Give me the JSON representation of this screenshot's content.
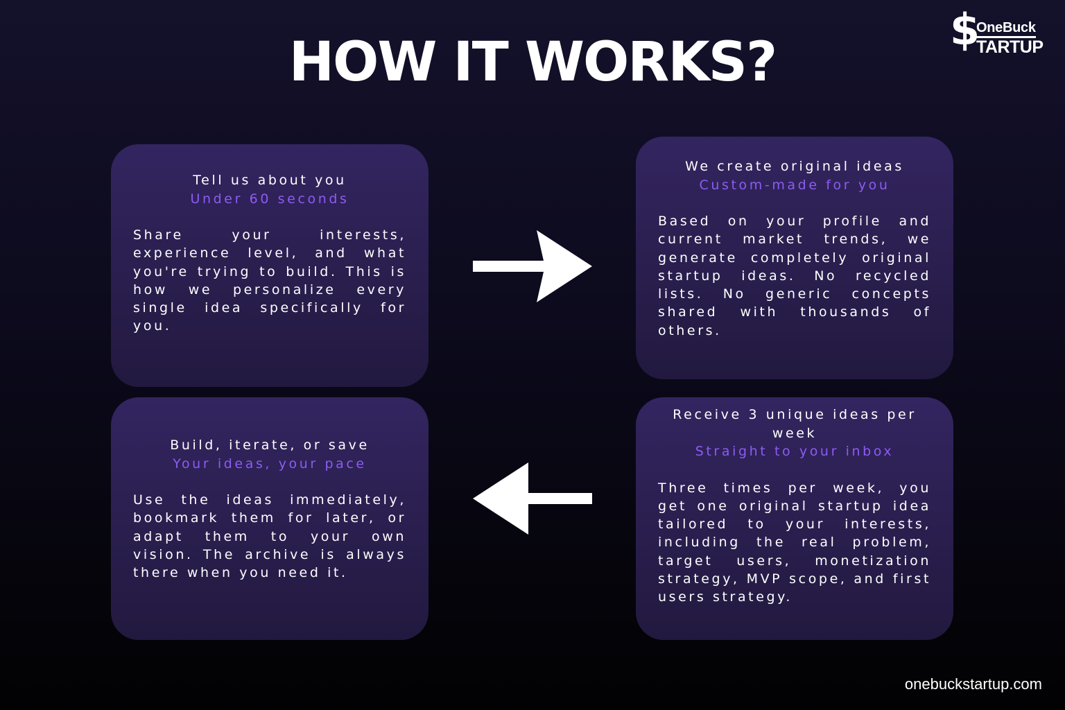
{
  "page": {
    "title": "HOW IT WORKS?",
    "footer_url": "onebuckstartup.com"
  },
  "logo": {
    "symbol": "$",
    "line1": "OneBuck",
    "line2": "TARTUP"
  },
  "colors": {
    "background_top": "#14112b",
    "background_bottom": "#020203",
    "card_top": "#332560",
    "card_bottom": "#22193f",
    "accent": "#8c5cf2",
    "text": "#ffffff"
  },
  "icons": {
    "forward": "arrow-right-icon",
    "back": "arrow-left-icon"
  },
  "steps": [
    {
      "heading": "Tell us about you",
      "subheading": "Under 60 seconds",
      "body": "Share your interests, experience level, and what you're trying to build. This is how we personalize every single idea specifically for you."
    },
    {
      "heading": "We create original ideas",
      "subheading": "Custom-made for you",
      "body": "Based on your profile and current market trends, we generate completely original startup ideas. No recycled lists. No generic concepts shared with thousands of others."
    },
    {
      "heading": "Receive 3 unique ideas per week",
      "subheading": "Straight to your inbox",
      "body": "Three times per week, you get one original startup idea tailored to your interests, including the real problem, target users, monetization strategy, MVP scope, and first users strategy."
    },
    {
      "heading": "Build, iterate, or save",
      "subheading": "Your ideas, your pace",
      "body": "Use the ideas immediately, bookmark them for later, or adapt them to your own vision. The archive is always there when you need it."
    }
  ]
}
